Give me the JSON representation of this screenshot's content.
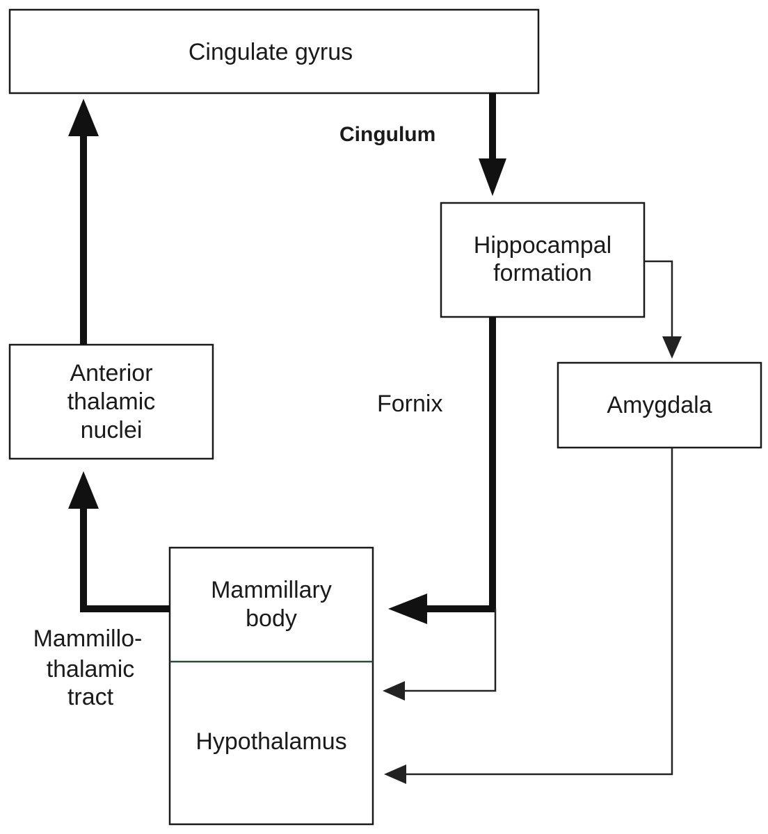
{
  "nodes": {
    "cingulate_gyrus": "Cingulate gyrus",
    "hippocampal_formation": [
      "Hippocampal",
      "formation"
    ],
    "amygdala": "Amygdala",
    "anterior_thalamic_nuclei": [
      "Anterior",
      "thalamic",
      "nuclei"
    ],
    "mammillary_body": [
      "Mammillary",
      "body"
    ],
    "hypothalamus": "Hypothalamus"
  },
  "edges": {
    "cingulum": "Cingulum",
    "fornix": "Fornix",
    "mammillothalamic_tract": [
      "Mammillo-",
      "thalamic",
      "tract"
    ]
  }
}
